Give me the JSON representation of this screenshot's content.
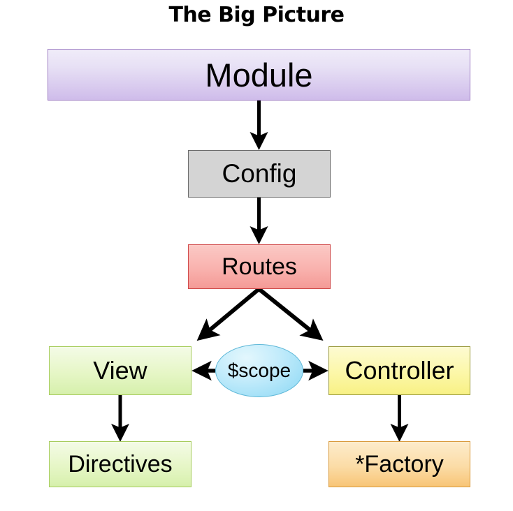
{
  "title": "The Big Picture",
  "nodes": {
    "module": {
      "label": "Module",
      "shape": "rectangle",
      "fill": "#cfbcea",
      "border": "#9f7fc4"
    },
    "config": {
      "label": "Config",
      "shape": "rectangle",
      "fill": "#d4d4d4",
      "border": "#6b6b6b"
    },
    "routes": {
      "label": "Routes",
      "shape": "rectangle",
      "fill": "#f9b2ae",
      "border": "#d04a4a"
    },
    "view": {
      "label": "View",
      "shape": "rectangle",
      "fill": "#e6f6c6",
      "border": "#a6cc5c"
    },
    "scope": {
      "label": "$scope",
      "shape": "ellipse",
      "fill": "#c4ecfb",
      "border": "#5fb8d8"
    },
    "controller": {
      "label": "Controller",
      "shape": "rectangle",
      "fill": "#fcf7a8",
      "border": "#9a9a3f"
    },
    "directives": {
      "label": "Directives",
      "shape": "rectangle",
      "fill": "#e6f6c6",
      "border": "#a6cc5c"
    },
    "factory": {
      "label": "*Factory",
      "shape": "rectangle",
      "fill": "#fbdca6",
      "border": "#d99a3c"
    }
  },
  "edges": [
    {
      "from": "module",
      "to": "config",
      "direction": "down",
      "style": "solid-arrow"
    },
    {
      "from": "config",
      "to": "routes",
      "direction": "down",
      "style": "solid-arrow"
    },
    {
      "from": "routes",
      "to": "view",
      "direction": "diagonal-left-down",
      "style": "solid-arrow"
    },
    {
      "from": "routes",
      "to": "controller",
      "direction": "diagonal-right-down",
      "style": "solid-arrow"
    },
    {
      "from": "scope",
      "to": "view",
      "direction": "left",
      "style": "solid-arrow"
    },
    {
      "from": "scope",
      "to": "controller",
      "direction": "right",
      "style": "solid-arrow"
    },
    {
      "from": "view",
      "to": "directives",
      "direction": "down",
      "style": "solid-arrow"
    },
    {
      "from": "controller",
      "to": "factory",
      "direction": "down",
      "style": "solid-arrow"
    }
  ],
  "arrow_color": "#000000"
}
